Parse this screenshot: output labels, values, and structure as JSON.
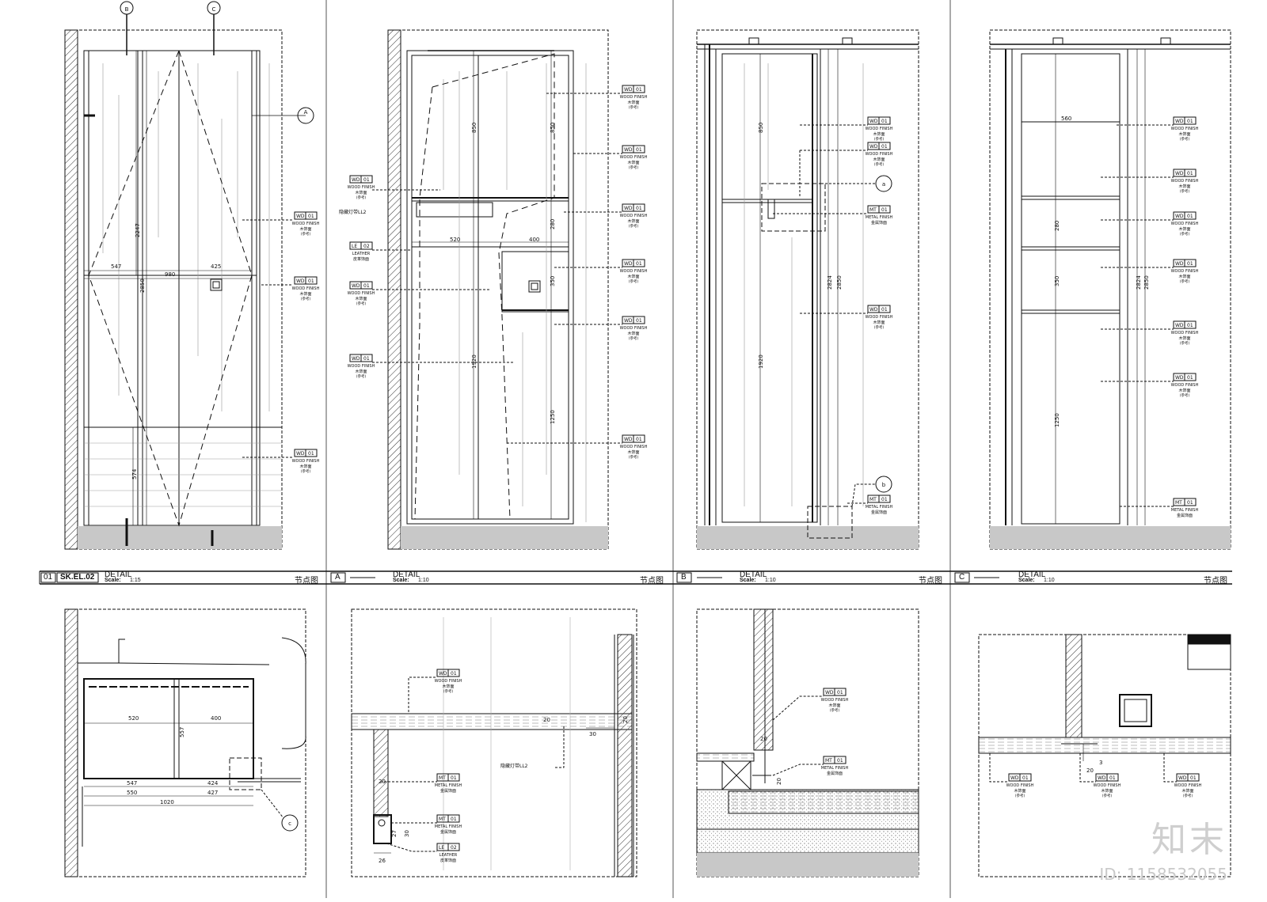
{
  "titles": [
    {
      "num": "01",
      "ref": "SK.EL.02",
      "name": "DETAIL",
      "scale_label": "Scale:",
      "scale": "1:15",
      "cn": "节点图"
    },
    {
      "num": "A",
      "ref": "",
      "name": "DETAIL",
      "scale_label": "Scale:",
      "scale": "1:10",
      "cn": "节点图"
    },
    {
      "num": "B",
      "ref": "",
      "name": "DETAIL",
      "scale_label": "Scale:",
      "scale": "1:10",
      "cn": "节点图"
    },
    {
      "num": "C",
      "ref": "",
      "name": "DETAIL",
      "scale_label": "Scale:",
      "scale": "1:10",
      "cn": "节点图"
    }
  ],
  "sections": {
    "b": "B",
    "c": "C",
    "a": "A",
    "pa": "a",
    "pb": "b",
    "pc": "c"
  },
  "dims": {
    "d2247": "2247",
    "d2850": "2850",
    "d574": "574",
    "d547": "547",
    "d980": "980",
    "d425": "425",
    "d850": "850",
    "d520": "520",
    "d400": "400",
    "d280": "280",
    "d350": "350",
    "d1920": "1920",
    "d1250": "1250",
    "d2824": "2824",
    "d560": "560",
    "p520": "520",
    "p400": "400",
    "p557": "557",
    "p547": "547",
    "p424": "424",
    "p550": "550",
    "p427": "427",
    "p1020": "1020",
    "s20": "20",
    "s30": "30",
    "s26": "26",
    "s27": "27",
    "s3": "3"
  },
  "tags": {
    "wd": "WD",
    "wd_no": "01",
    "mt": "MT",
    "mt_no": "01",
    "le": "LE",
    "le_no": "02",
    "wood": "WOOD FINISH",
    "metal": "METAL FINISH",
    "leather": "LEATHER",
    "cn_wood": "木饰面",
    "cn_wood2": "(参考)",
    "cn_metal": "金属饰面",
    "cn_leather": "皮革饰面",
    "led": "隐藏灯带LL2",
    "led2": "隐藏灯带LL2"
  },
  "stamp": {
    "logo": "知末",
    "id": "ID: 1158532055"
  }
}
